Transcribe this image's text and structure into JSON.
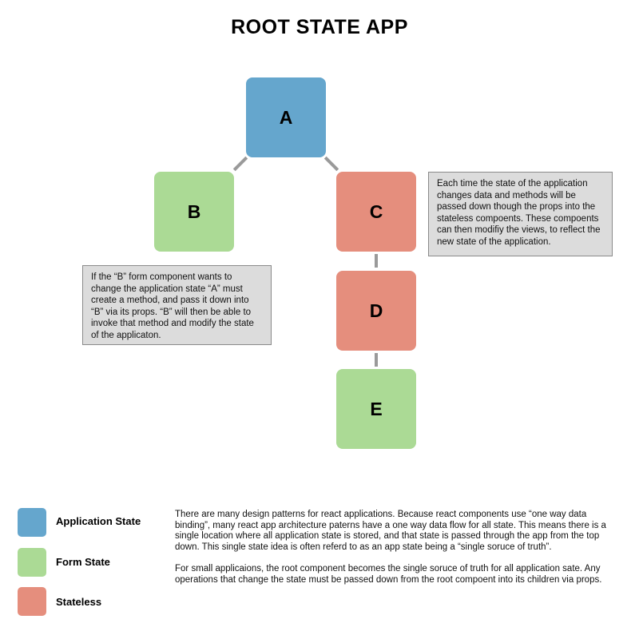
{
  "title": "ROOT STATE APP",
  "colors": {
    "application_state": "#65a6cd",
    "form_state": "#abda95",
    "stateless": "#e58e7d",
    "connector": "#9a9a9a",
    "note_background": "#dcdcdc"
  },
  "nodes": {
    "a": {
      "label": "A",
      "state": "application_state"
    },
    "b": {
      "label": "B",
      "state": "form_state"
    },
    "c": {
      "label": "C",
      "state": "stateless"
    },
    "d": {
      "label": "D",
      "state": "stateless"
    },
    "e": {
      "label": "E",
      "state": "form_state"
    }
  },
  "edges": [
    {
      "from": "A",
      "to": "B"
    },
    {
      "from": "A",
      "to": "C"
    },
    {
      "from": "C",
      "to": "D"
    },
    {
      "from": "D",
      "to": "E"
    }
  ],
  "notes": {
    "c_note": "Each time the state of the application changes data and methods will be passed down though the props into the stateless compoents. These compoents can then modifiy the views, to reflect the new state of the  application.",
    "b_note": "If the “B” form component wants to change the application state “A” must create a method, and pass it down into “B” via its props. “B”  will then be able to invoke that method and modify the state of the applicaton."
  },
  "legend": [
    {
      "label": "Application State",
      "color": "#65a6cd"
    },
    {
      "label": "Form State",
      "color": "#abda95"
    },
    {
      "label": "Stateless",
      "color": "#e58e7d"
    }
  ],
  "description": {
    "paragraph1": "There are many design patterns for react applications. Because react components use “one way data binding”, many react app architecture paterns have a one way data flow for all state. This means there is a single location where all application state is stored, and that state is passed through the app from the top down. This single state idea is often referd to as an app state being a “single soruce of truth”.",
    "paragraph2": "For small applicaions, the root component becomes the single soruce of truth for all application sate. Any operations that change the state must be passed down from the root compoent into its children via props."
  }
}
